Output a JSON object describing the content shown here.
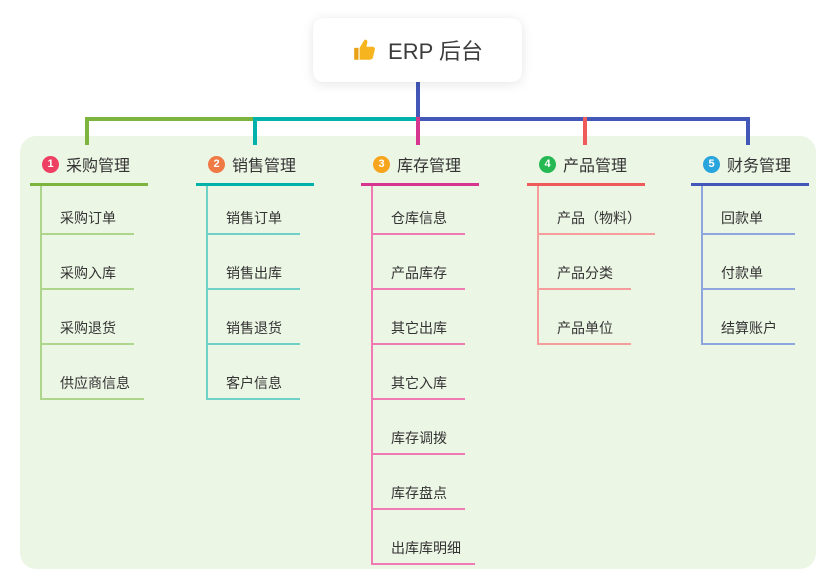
{
  "root": {
    "title": "ERP 后台",
    "icon": "thumbs-up",
    "icon_color": "#f6b51e",
    "line_color": "#4257b8"
  },
  "board": {
    "background": "#ecf6e5"
  },
  "branches": [
    {
      "badge": "1",
      "label": "采购管理",
      "badge_color": "#ee4063",
      "line_color": "#7cb43e",
      "item_line_color": "#aed58c",
      "items": [
        "采购订单",
        "采购入库",
        "采购退货",
        "供应商信息"
      ]
    },
    {
      "badge": "2",
      "label": "销售管理",
      "badge_color": "#ef7a45",
      "line_color": "#00b2a9",
      "item_line_color": "#6fd0c8",
      "items": [
        "销售订单",
        "销售出库",
        "销售退货",
        "客户信息"
      ]
    },
    {
      "badge": "3",
      "label": "库存管理",
      "badge_color": "#f6a51d",
      "line_color": "#d6368f",
      "item_line_color": "#f07ab3",
      "items": [
        "仓库信息",
        "产品库存",
        "其它出库",
        "其它入库",
        "库存调拨",
        "库存盘点",
        "出库库明细"
      ]
    },
    {
      "badge": "4",
      "label": "产品管理",
      "badge_color": "#26b953",
      "line_color": "#ef5a5a",
      "item_line_color": "#f69c9c",
      "items": [
        "产品（物料）",
        "产品分类",
        "产品单位"
      ]
    },
    {
      "badge": "5",
      "label": "财务管理",
      "badge_color": "#29a5de",
      "line_color": "#4257b8",
      "item_line_color": "#8ea5de",
      "items": [
        "回款单",
        "付款单",
        "结算账户"
      ]
    }
  ]
}
